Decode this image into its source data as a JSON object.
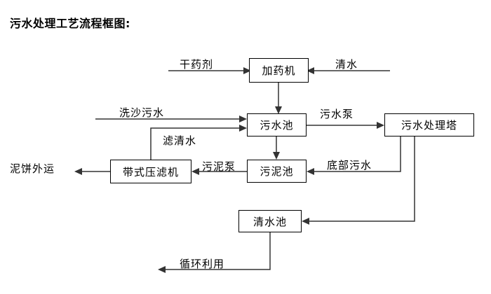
{
  "title": "污水处理工艺流程框图:",
  "diagram": {
    "nodes": [
      {
        "id": "dosing-machine",
        "label": "加药机"
      },
      {
        "id": "wastewater-pool",
        "label": "污水池"
      },
      {
        "id": "treatment-tower",
        "label": "污水处理塔"
      },
      {
        "id": "belt-filter-press",
        "label": "带式压滤机"
      },
      {
        "id": "sludge-pool",
        "label": "污泥池"
      },
      {
        "id": "clean-water-pool",
        "label": "清水池"
      }
    ],
    "inputs": [
      {
        "id": "dry-chemical",
        "label": "干药剂"
      },
      {
        "id": "clean-water-input",
        "label": "清水"
      },
      {
        "id": "sand-wash-sewage",
        "label": "洗沙污水"
      }
    ],
    "outputs": [
      {
        "id": "mud-cake-out",
        "label": "泥饼外运"
      },
      {
        "id": "recycle-reuse",
        "label": "循环利用"
      }
    ],
    "edge_labels": [
      {
        "id": "filtered-clear-water",
        "label": "滤清水"
      },
      {
        "id": "sewage-pump",
        "label": "污水泵"
      },
      {
        "id": "sludge-pump",
        "label": "污泥泵"
      },
      {
        "id": "bottom-sewage",
        "label": "底部污水"
      }
    ]
  },
  "colors": {
    "line": "#333333",
    "text": "#000000",
    "background": "#ffffff"
  }
}
